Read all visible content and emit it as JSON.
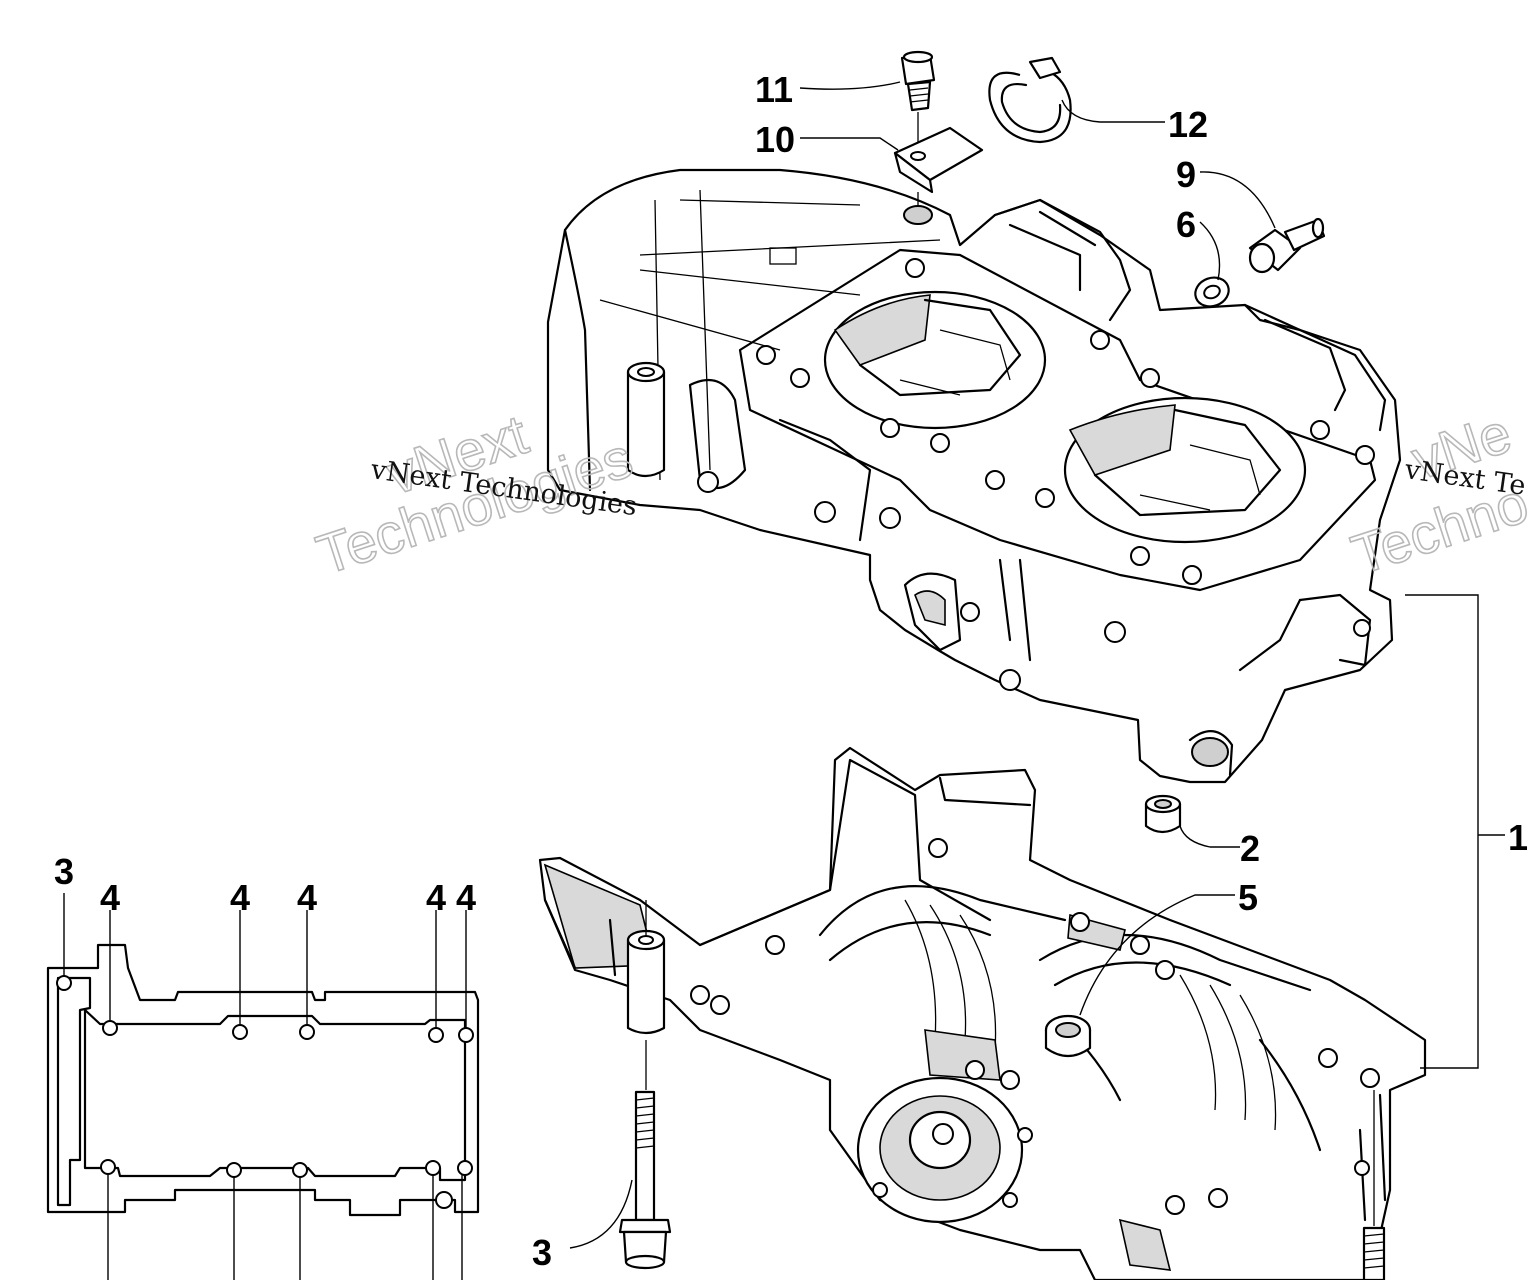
{
  "callouts": {
    "c1": "1",
    "c2": "2",
    "c3a": "3",
    "c3b": "3",
    "c4a": "4",
    "c4b": "4",
    "c4c": "4",
    "c4d": "4",
    "c4e": "4",
    "c5": "5",
    "c6": "6",
    "c9": "9",
    "c10": "10",
    "c11": "11",
    "c12": "12"
  },
  "watermark": {
    "line_small": "vNext Technologies",
    "brand": "vNext",
    "sub": "Technologies",
    "line_small_right": "vNext Te",
    "brand_right": "vNe",
    "sub_right": "Techno"
  }
}
